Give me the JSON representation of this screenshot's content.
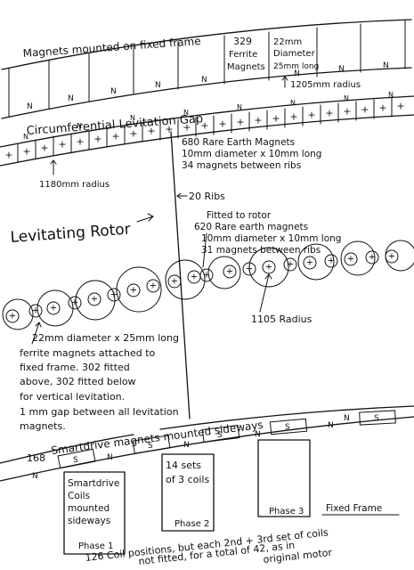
{
  "fixed_frame_top": {
    "title": "Magnets mounted on fixed frame",
    "ferrite_count": "329",
    "ferrite_word": "Ferrite",
    "magnets_word": "Magnets",
    "diameter_line1": "22mm",
    "diameter_line2": "Diameter",
    "length": "25mm long",
    "radius": "1205mm radius"
  },
  "gap": {
    "label": "Circumferential Levitation Gap"
  },
  "outer_rotor_ring": {
    "line1": "680 Rare Earth Magnets",
    "line2": "10mm diameter x 10mm long",
    "line3": "34 magnets between ribs",
    "radius": "1180mm radius"
  },
  "ribs": {
    "label": "20 Ribs"
  },
  "rotor": {
    "label": "Levitating Rotor"
  },
  "inner_rotor_ring": {
    "line1": "Fitted to rotor",
    "line2": "620 Rare earth magnets",
    "line3": "10mm diameter x 10mm long",
    "line4": "31 magnets between ribs",
    "radius": "1105 Radius"
  },
  "ferrite_note": {
    "line1": "22mm diameter x 25mm long",
    "line2": "ferrite magnets attached to",
    "line3": "fixed frame. 302 fitted",
    "line4": "above, 302 fitted below",
    "line5": "for vertical levitation.",
    "line6": "1 mm gap between all levitation",
    "line7": "magnets."
  },
  "smartdrive": {
    "title": "Smartdrive magnets mounted sideways",
    "count": "168",
    "coils_line1": "Smartdrive",
    "coils_line2": "Coils",
    "coils_line3": "mounted",
    "coils_line4": "sideways",
    "sets_line1": "14 sets",
    "sets_line2": "of 3 coils",
    "phase1": "Phase 1",
    "phase2": "Phase 2",
    "phase3": "Phase 3",
    "fixed_frame": "Fixed Frame",
    "footer_line1": "126 Coil positions, but each 2nd + 3rd set of coils",
    "footer_line2": "not fitted, for a total of 42, as in",
    "footer_line3": "original motor"
  },
  "symbols": {
    "north": "N",
    "south": "S",
    "plus": "+"
  }
}
